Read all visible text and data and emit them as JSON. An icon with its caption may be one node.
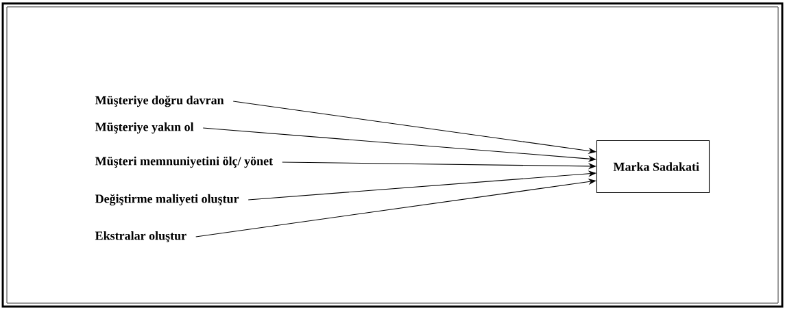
{
  "diagram": {
    "nodes": [
      {
        "text": [
          "Müşteriye doğru davran"
        ]
      },
      {
        "text": [
          "Müşteriye yakın ol"
        ]
      },
      {
        "text": [
          "Müşteri memnuniyetini ölç/ yönet"
        ]
      },
      {
        "text": [
          "Değiştirme maliyeti oluştur"
        ]
      },
      {
        "text": [
          "Ekstralar oluştur"
        ]
      },
      {
        "text": [
          "Marka Sadakati"
        ]
      }
    ],
    "edges": [
      {
        "from": 0,
        "to": 5,
        "arrow": "to"
      },
      {
        "from": 1,
        "to": 5,
        "arrow": "to"
      },
      {
        "from": 2,
        "to": 5,
        "arrow": "to"
      },
      {
        "from": 3,
        "to": 5,
        "arrow": "to"
      },
      {
        "from": 4,
        "to": 5,
        "arrow": "to"
      }
    ]
  }
}
